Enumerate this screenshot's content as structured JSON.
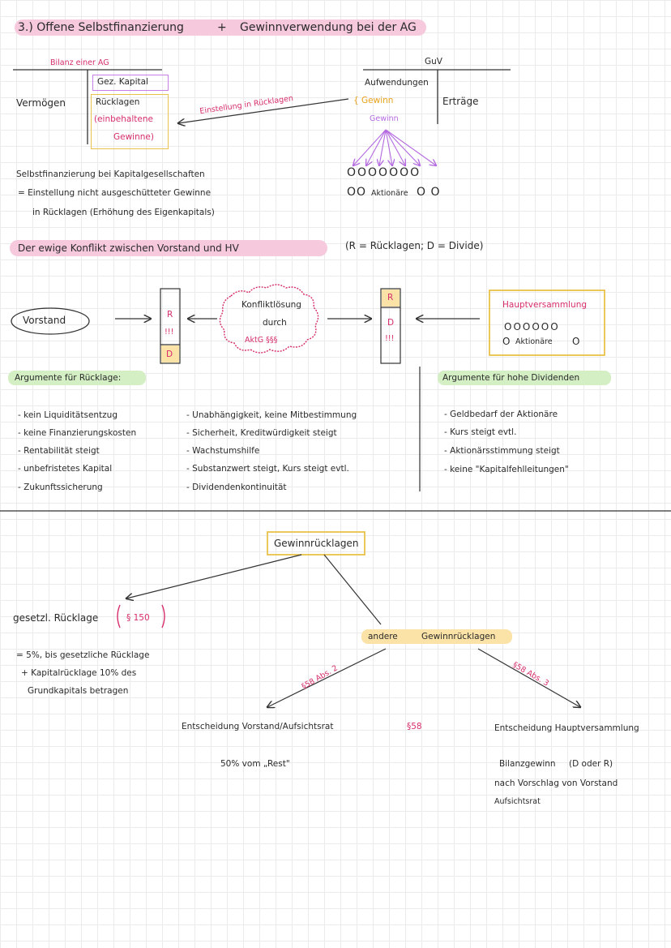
{
  "header": {
    "title": "3.) Offene Selbstfinanzierung",
    "plus": "+",
    "title2": "Gewinnverwendung bei der AG"
  },
  "bilanz": {
    "heading": "Bilanz einer AG",
    "left": "Vermögen",
    "gez": "Gez. Kapital",
    "ruecklagen": "Rücklagen",
    "einbehalten": "(einbehaltene",
    "gewinne": "Gewinne)"
  },
  "arrow_label": "Einstellung in Rücklagen",
  "guv": {
    "heading": "GuV",
    "aufwendungen": "Aufwendungen",
    "gewinn": "{ Gewinn",
    "ertraege": "Erträge",
    "gewinn2": "Gewinn",
    "shareholders_row1": "OOOOOOO",
    "shareholders_row2": "OO",
    "aktionaere": "Aktionäre",
    "shareholders_row2b": "O O"
  },
  "selbstfinanzierung": {
    "line1": "Selbstfinanzierung bei Kapitalgesellschaften",
    "line2": "= Einstellung nicht ausgeschütteter Gewinne",
    "line3": "in Rücklagen (Erhöhung des Eigenkapitals)"
  },
  "konflikt": {
    "title": "Der ewige Konflikt zwischen Vorstand und HV",
    "legend": "(R = Rücklagen; D = Divide)",
    "vorstand": "Vorstand",
    "bar_left": {
      "r": "R",
      "excl": "!!!",
      "d": "D"
    },
    "bar_right": {
      "r": "R",
      "d": "D",
      "excl": "!!!"
    },
    "cloud1": "Konfliktlösung",
    "cloud2": "durch",
    "cloud3": "AktG §§§",
    "hv_title": "Hauptversammlung",
    "hv_row1": "OOOOOO",
    "hv_row2a": "O",
    "hv_aktionaere": "Aktionäre",
    "hv_row2b": "O"
  },
  "argumente_ruecklage": {
    "heading": "Argumente für Rücklage:",
    "items": [
      "kein Liquiditätsentzug",
      "keine Finanzierungskosten",
      "Rentabilität steigt",
      "unbefristetes Kapital",
      "Zukunftssicherung"
    ]
  },
  "argumente_mitte": {
    "items": [
      "Unabhängigkeit, keine Mitbestimmung",
      "Sicherheit, Kreditwürdigkeit steigt",
      "Wachstumshilfe",
      "Substanzwert steigt, Kurs steigt evtl.",
      "Dividendenkontinuität"
    ]
  },
  "argumente_dividende": {
    "heading": "Argumente für hohe Dividenden",
    "items": [
      "Geldbedarf der Aktionäre",
      "Kurs steigt evtl.",
      "Aktionärsstimmung steigt",
      "keine \"Kapitalfehlleitungen\""
    ]
  },
  "gewinnruecklagen": {
    "title": "Gewinnrücklagen",
    "gesetzl": "gesetzl. Rücklage",
    "paragraph150": "§ 150",
    "desc1": "= 5%, bis gesetzliche Rücklage",
    "desc2": "+ Kapitalrücklage 10% des",
    "desc3": "Grundkapitals betragen",
    "andere1": "andere",
    "andere2": "Gewinnrücklagen",
    "abs2": "§58 Abs. 2",
    "abs3": "§58 Abs. 3",
    "p58": "§58",
    "entscheidung_vorstand": "Entscheidung Vorstand/Aufsichtsrat",
    "fuenfzig": "50% vom „Rest\"",
    "entscheidung_hv": "Entscheidung Hauptversammlung",
    "bilanzgewinn": "Bilanzgewinn",
    "d_oder_r": "(D oder R)",
    "vorschlag1": "nach Vorschlag von Vorstand",
    "vorschlag2": "Aufsichtsrat"
  }
}
